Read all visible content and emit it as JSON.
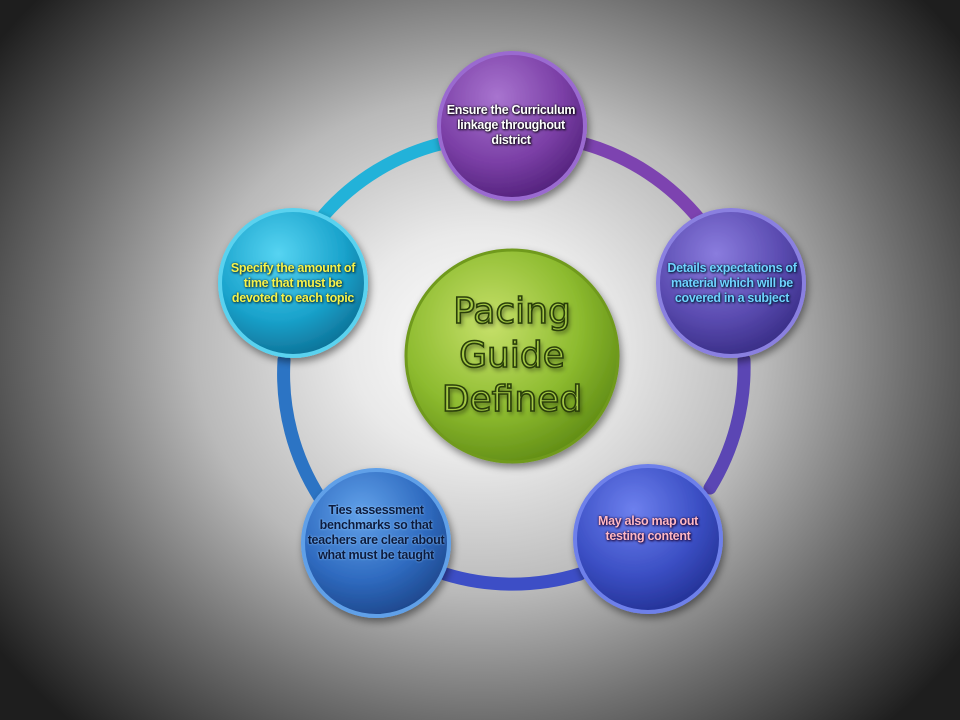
{
  "diagram": {
    "center": {
      "line1": "Pacing",
      "line2": "Guide",
      "line3": "Defined"
    },
    "nodes": {
      "top": "Ensure the Curriculum linkage throughout district",
      "right": "Details expectations of material which will be covered in a subject",
      "bottom_right": "May also map out testing content",
      "bottom_left": "Ties assessment benchmarks so that teachers are clear about what must be taught",
      "left": "Specify the amount of time that must be devoted to each topic"
    },
    "colors": {
      "center": "#8dbb2f",
      "top": "#7b3fa6",
      "right": "#5a4bb0",
      "bottom_right": "#3b4fc4",
      "bottom_left": "#2f6bc0",
      "left": "#1aa3cc"
    }
  }
}
